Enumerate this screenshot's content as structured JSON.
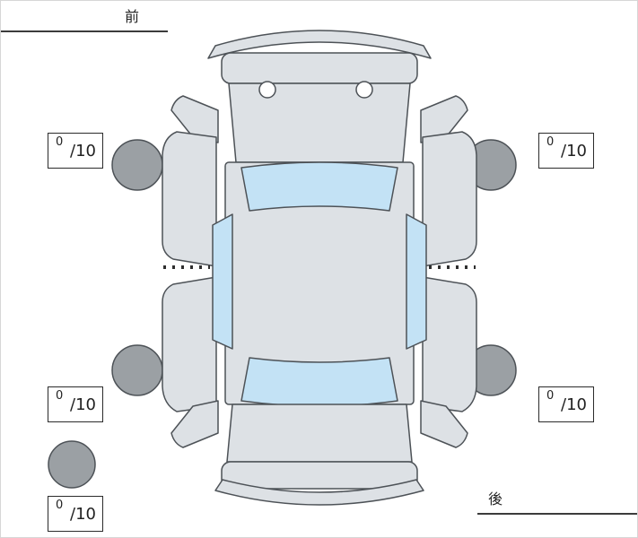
{
  "diagram": {
    "front_label": "前",
    "rear_label": "後"
  },
  "scores": {
    "front_left": {
      "value": "0",
      "max": "/10"
    },
    "front_right": {
      "value": "0",
      "max": "/10"
    },
    "rear_left": {
      "value": "0",
      "max": "/10"
    },
    "rear_right": {
      "value": "0",
      "max": "/10"
    },
    "spare": {
      "value": "0",
      "max": "/10"
    }
  },
  "colors": {
    "car_body": "#dde1e5",
    "window_glass": "#c3e2f5",
    "tire": "#9ba0a4",
    "outline": "#4d5257",
    "label_line": "#3c3c3c"
  }
}
